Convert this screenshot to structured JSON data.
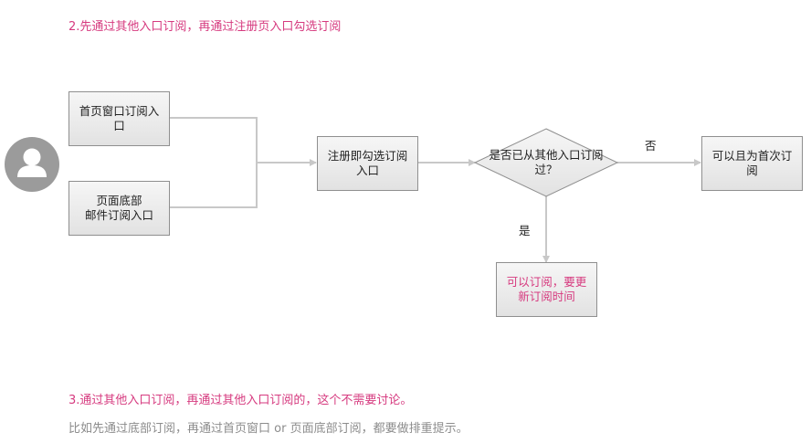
{
  "notes": {
    "step2": "2.先通过其他入口订阅，再通过注册页入口勾选订阅",
    "step3": "3.通过其他入口订阅，再通过其他入口订阅的，这个不需要讨论。",
    "example": "比如先通过底部订阅，再通过首页窗口 or 页面底部订阅，都要做排重提示。"
  },
  "nodes": {
    "homepage_window": {
      "line1": "首页窗口订阅入",
      "line2": "口"
    },
    "page_bottom": {
      "line1": "页面底部",
      "line2": "邮件订阅入口"
    },
    "register_checkbox": {
      "line1": "注册即勾选订阅",
      "line2": "入口"
    },
    "decision": {
      "line1": "是否已从其他入口订阅",
      "line2": "过？"
    },
    "first_subscription": {
      "line1": "可以且为首次订",
      "line2": "阅"
    },
    "update_time": {
      "line1": "可以订阅，要更",
      "line2": "新订阅时间"
    }
  },
  "edges": {
    "no_label": "否",
    "yes_label": "是"
  },
  "colors": {
    "accent_pink": "#d63a7f",
    "line_gray": "#c8c8c8",
    "avatar_gray": "#9b9b9b"
  },
  "icons": {
    "avatar": "user-avatar-icon"
  }
}
